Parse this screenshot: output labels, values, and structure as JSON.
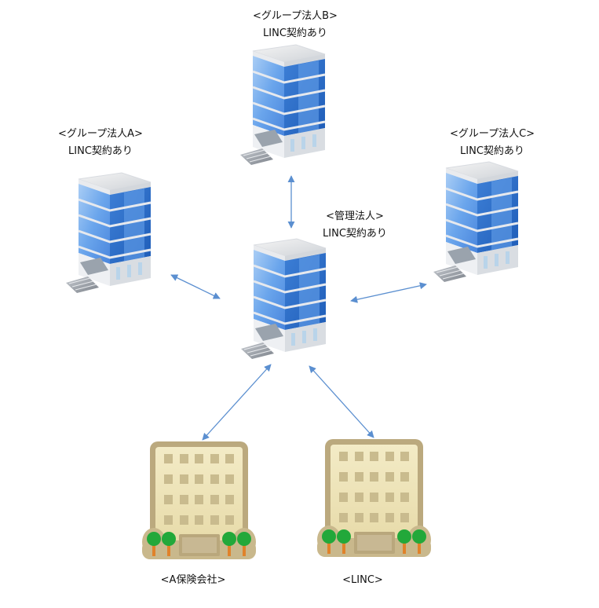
{
  "diagram": {
    "nodes": {
      "group_b": {
        "title": "<グループ法人B>",
        "subtitle": "LINC契約あり",
        "type": "office-building"
      },
      "group_a": {
        "title": "<グループ法人A>",
        "subtitle": "LINC契約あり",
        "type": "office-building"
      },
      "group_c": {
        "title": "<グループ法人C>",
        "subtitle": "LINC契約あり",
        "type": "office-building"
      },
      "manager": {
        "title": "<管理法人>",
        "subtitle": "LINC契約あり",
        "type": "office-building"
      },
      "insurer": {
        "title": "<A保険会社>",
        "type": "company-building"
      },
      "linc": {
        "title": "<LINC>",
        "type": "company-building"
      }
    },
    "edges": [
      {
        "from": "manager",
        "to": "group_b",
        "direction": "both"
      },
      {
        "from": "manager",
        "to": "group_a",
        "direction": "both"
      },
      {
        "from": "manager",
        "to": "group_c",
        "direction": "both"
      },
      {
        "from": "manager",
        "to": "insurer",
        "direction": "both"
      },
      {
        "from": "manager",
        "to": "linc",
        "direction": "both"
      }
    ],
    "colors": {
      "arrow": "#5b8fd0",
      "glass": "#4f8fe0",
      "beige_body": "#efe5b8",
      "beige_border": "#bba97e",
      "tree": "#22a83a",
      "trunk": "#e0822a"
    }
  }
}
